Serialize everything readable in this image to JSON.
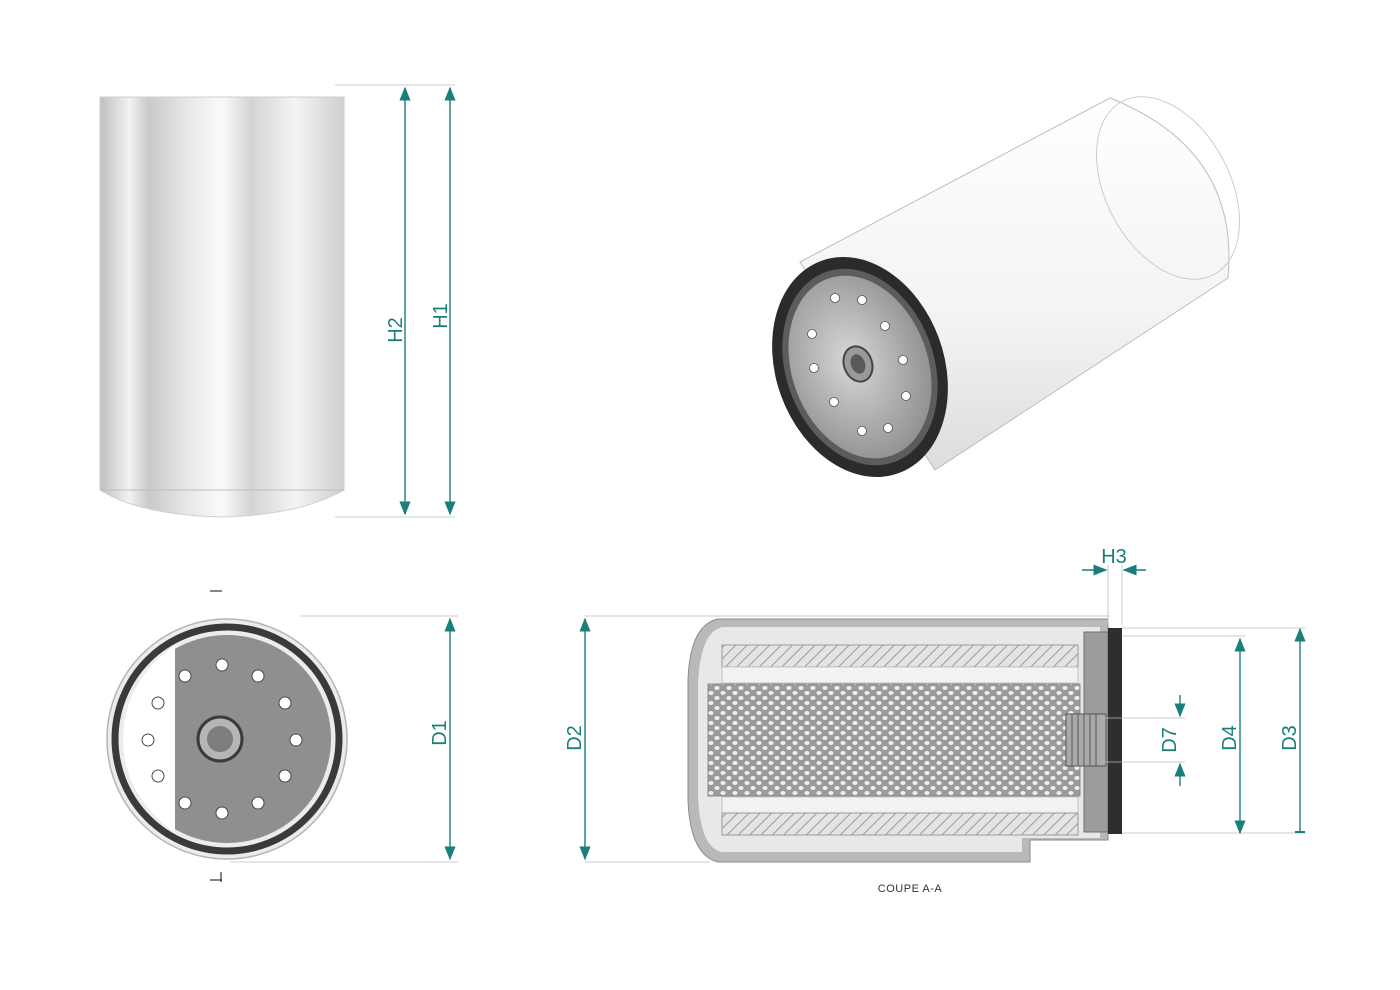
{
  "dimension_color": "#1a7f7a",
  "outline_color": "#555555",
  "dimensions": {
    "h1": "H1",
    "h2": "H2",
    "h3": "H3",
    "d1": "D1",
    "d2": "D2",
    "d3": "D3",
    "d4": "D4",
    "d7": "D7"
  },
  "section_caption": "COUPE A-A",
  "views": [
    "side-view",
    "isometric-view",
    "end-view",
    "section-view"
  ]
}
